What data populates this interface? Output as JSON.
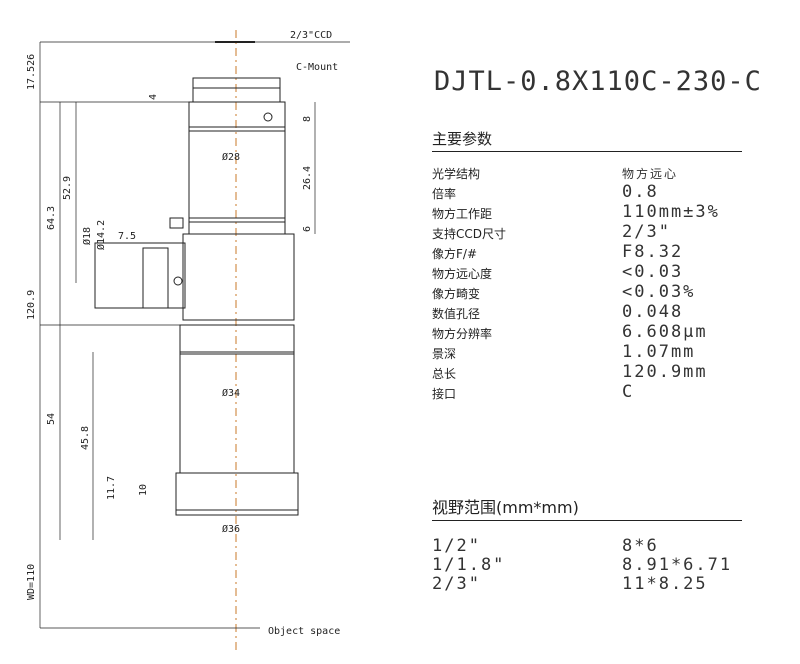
{
  "drawing": {
    "labels": {
      "sensor": "2/3\"CCD",
      "mount": "C-Mount",
      "object_space": "Object space",
      "dim_17526": "17.526",
      "dim_4": "4",
      "dim_643": "64.3",
      "dim_529": "52.9",
      "dim_1209": "120.9",
      "dim_8": "8",
      "dim_264": "26.4",
      "dim_6": "6",
      "dim_18": "Ø18",
      "dim_142": "Ø14.2",
      "dim_75": "7.5",
      "dim_d28": "Ø28",
      "dim_d34": "Ø34",
      "dim_d36": "Ø36",
      "dim_54": "54",
      "dim_458": "45.8",
      "dim_117": "11.7",
      "dim_10": "10",
      "wd": "WD=110"
    }
  },
  "title": "DJTL-0.8X110C-230-C",
  "params": {
    "heading": "主要参数",
    "rows": [
      {
        "k": "光学结构",
        "v": "物方远心"
      },
      {
        "k": "倍率",
        "v": "0.8"
      },
      {
        "k": "物方工作距",
        "v": "110mm±3%"
      },
      {
        "k": "支持CCD尺寸",
        "v": "2/3\""
      },
      {
        "k": "像方F/#",
        "v": "F8.32"
      },
      {
        "k": "物方远心度",
        "v": "<0.03"
      },
      {
        "k": "像方畸变",
        "v": "<0.03%"
      },
      {
        "k": "数值孔径",
        "v": "0.048"
      },
      {
        "k": "物方分辨率",
        "v": "6.608μm"
      },
      {
        "k": "景深",
        "v": "1.07mm"
      },
      {
        "k": "总长",
        "v": "120.9mm"
      },
      {
        "k": "接口",
        "v": "C"
      }
    ]
  },
  "fov": {
    "heading": "视野范围(mm*mm)",
    "rows": [
      {
        "k": "1/2\"",
        "v": "8*6"
      },
      {
        "k": "1/1.8\"",
        "v": "8.91*6.71"
      },
      {
        "k": "2/3\"",
        "v": "11*8.25"
      }
    ]
  }
}
